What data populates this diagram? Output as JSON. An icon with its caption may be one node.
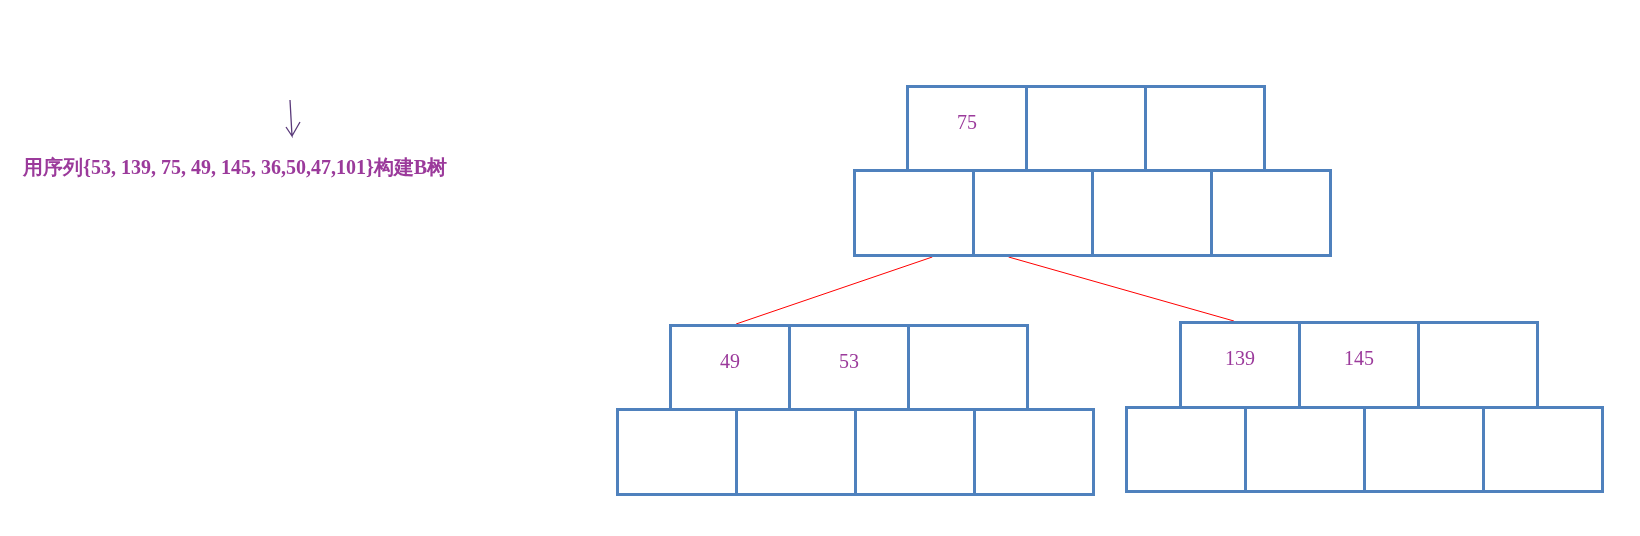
{
  "diagram": {
    "title": "用序列{53, 139, 75, 49, 145, 36,50,47,101}构建B树",
    "nodes": [
      {
        "text": [
          "75"
        ]
      },
      {
        "text": [],
        "shape": "box"
      },
      {
        "text": [],
        "shape": "box"
      },
      {
        "text": [],
        "shape": "box"
      },
      {
        "text": [],
        "shape": "box"
      },
      {
        "text": [],
        "shape": "box"
      },
      {
        "text": [],
        "shape": "box"
      },
      {
        "text": [
          "49"
        ]
      },
      {
        "text": [
          "53"
        ]
      },
      {
        "text": [],
        "shape": "box"
      },
      {
        "text": [],
        "shape": "box"
      },
      {
        "text": [],
        "shape": "box"
      },
      {
        "text": [],
        "shape": "box"
      },
      {
        "text": [],
        "shape": "box"
      },
      {
        "text": [
          "139"
        ]
      },
      {
        "text": [
          "145"
        ]
      },
      {
        "text": [],
        "shape": "box"
      },
      {
        "text": [],
        "shape": "box"
      },
      {
        "text": [],
        "shape": "box"
      },
      {
        "text": [],
        "shape": "box"
      },
      {
        "text": [],
        "shape": "box"
      }
    ],
    "edges": [
      {
        "from": 3,
        "to": 7,
        "arrow": "none",
        "color": "#ff0000"
      },
      {
        "from": 4,
        "to": 14,
        "arrow": "none",
        "color": "#ff0000"
      }
    ]
  }
}
